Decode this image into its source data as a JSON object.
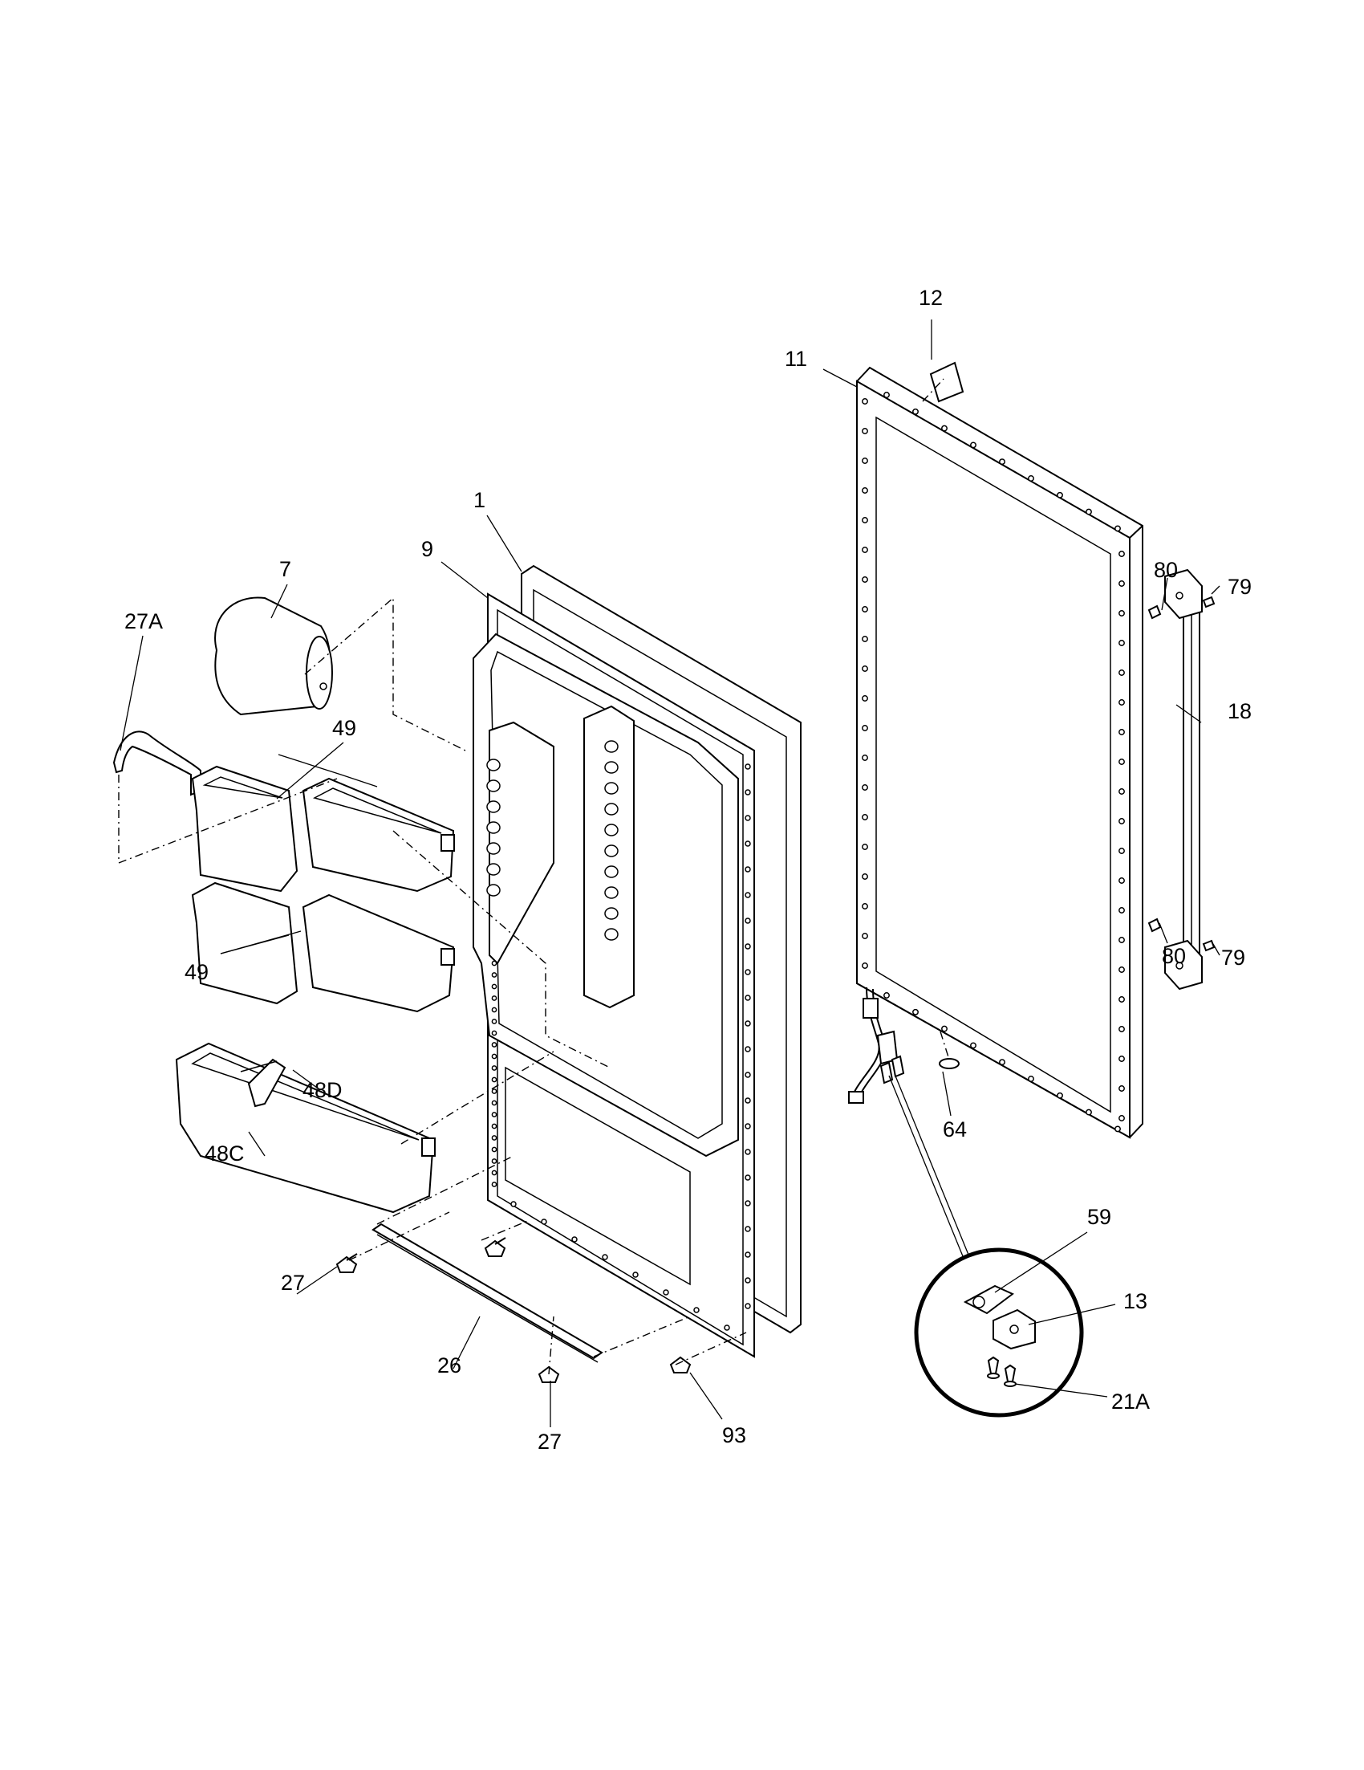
{
  "diagram": {
    "callouts": {
      "c1": "1",
      "c7": "7",
      "c9": "9",
      "c11": "11",
      "c12": "12",
      "c13": "13",
      "c18": "18",
      "c21A": "21A",
      "c26": "26",
      "c27_left": "27",
      "c27_bottom": "27",
      "c27A": "27A",
      "c48C": "48C",
      "c48D": "48D",
      "c49_top": "49",
      "c49_mid": "49",
      "c59": "59",
      "c64": "64",
      "c79_top": "79",
      "c79_bottom": "79",
      "c80_top": "80",
      "c80_bottom": "80",
      "c93": "93"
    }
  }
}
